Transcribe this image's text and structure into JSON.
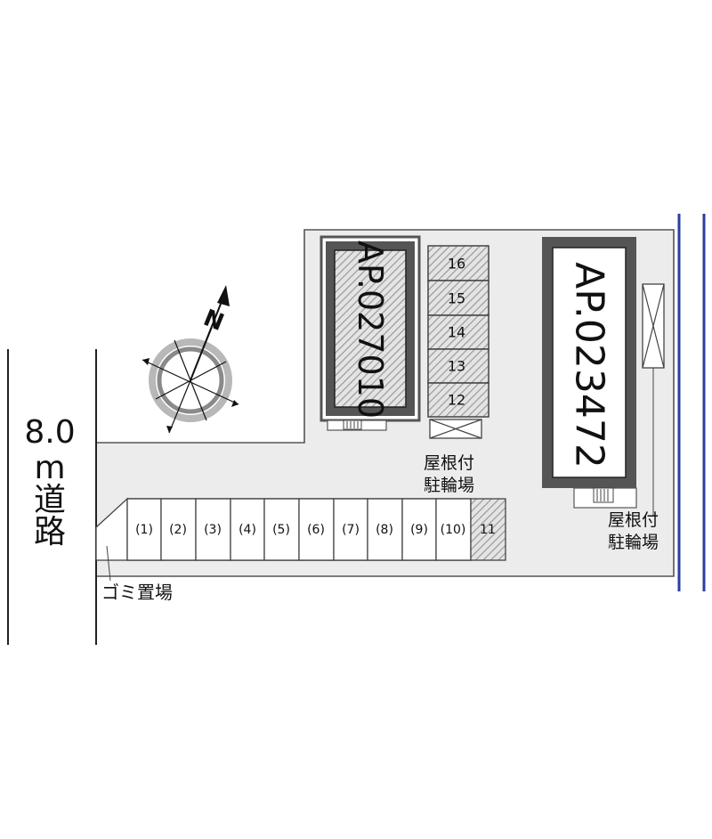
{
  "road": {
    "width_label": "8.0",
    "unit_label": "m",
    "name_chars": [
      "道",
      "路"
    ]
  },
  "compass": {
    "north_label": "N"
  },
  "buildings": [
    {
      "id": "AP.027010",
      "label": "AP.027010"
    },
    {
      "id": "AP.023472",
      "label": "AP.023472"
    }
  ],
  "parking_row": [
    "(1)",
    "(2)",
    "(3)",
    "(4)",
    "(5)",
    "(6)",
    "(7)",
    "(8)",
    "(9)",
    "(10)"
  ],
  "parking_covered": "11",
  "parking_stack": [
    "16",
    "15",
    "14",
    "13",
    "12"
  ],
  "bike_parking_1": {
    "line1": "屋根付",
    "line2": "駐輪場"
  },
  "bike_parking_2": {
    "line1": "屋根付",
    "line2": "駐輪場"
  },
  "garbage": "ゴミ置場",
  "colors": {
    "lot": "#ececec",
    "river": "#2c3ea0",
    "hatch": "#9a9a9a",
    "building_border": "#555555"
  }
}
